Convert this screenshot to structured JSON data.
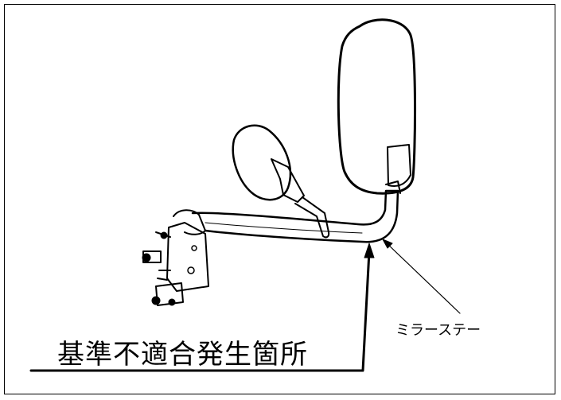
{
  "labels": {
    "failure_location": "基準不適合発生箇所",
    "part_name": "ミラーステー"
  },
  "icons": {
    "mirror_assembly": "mirror-stay-assembly-drawing"
  },
  "colors": {
    "line": "#000000",
    "background": "#ffffff"
  }
}
